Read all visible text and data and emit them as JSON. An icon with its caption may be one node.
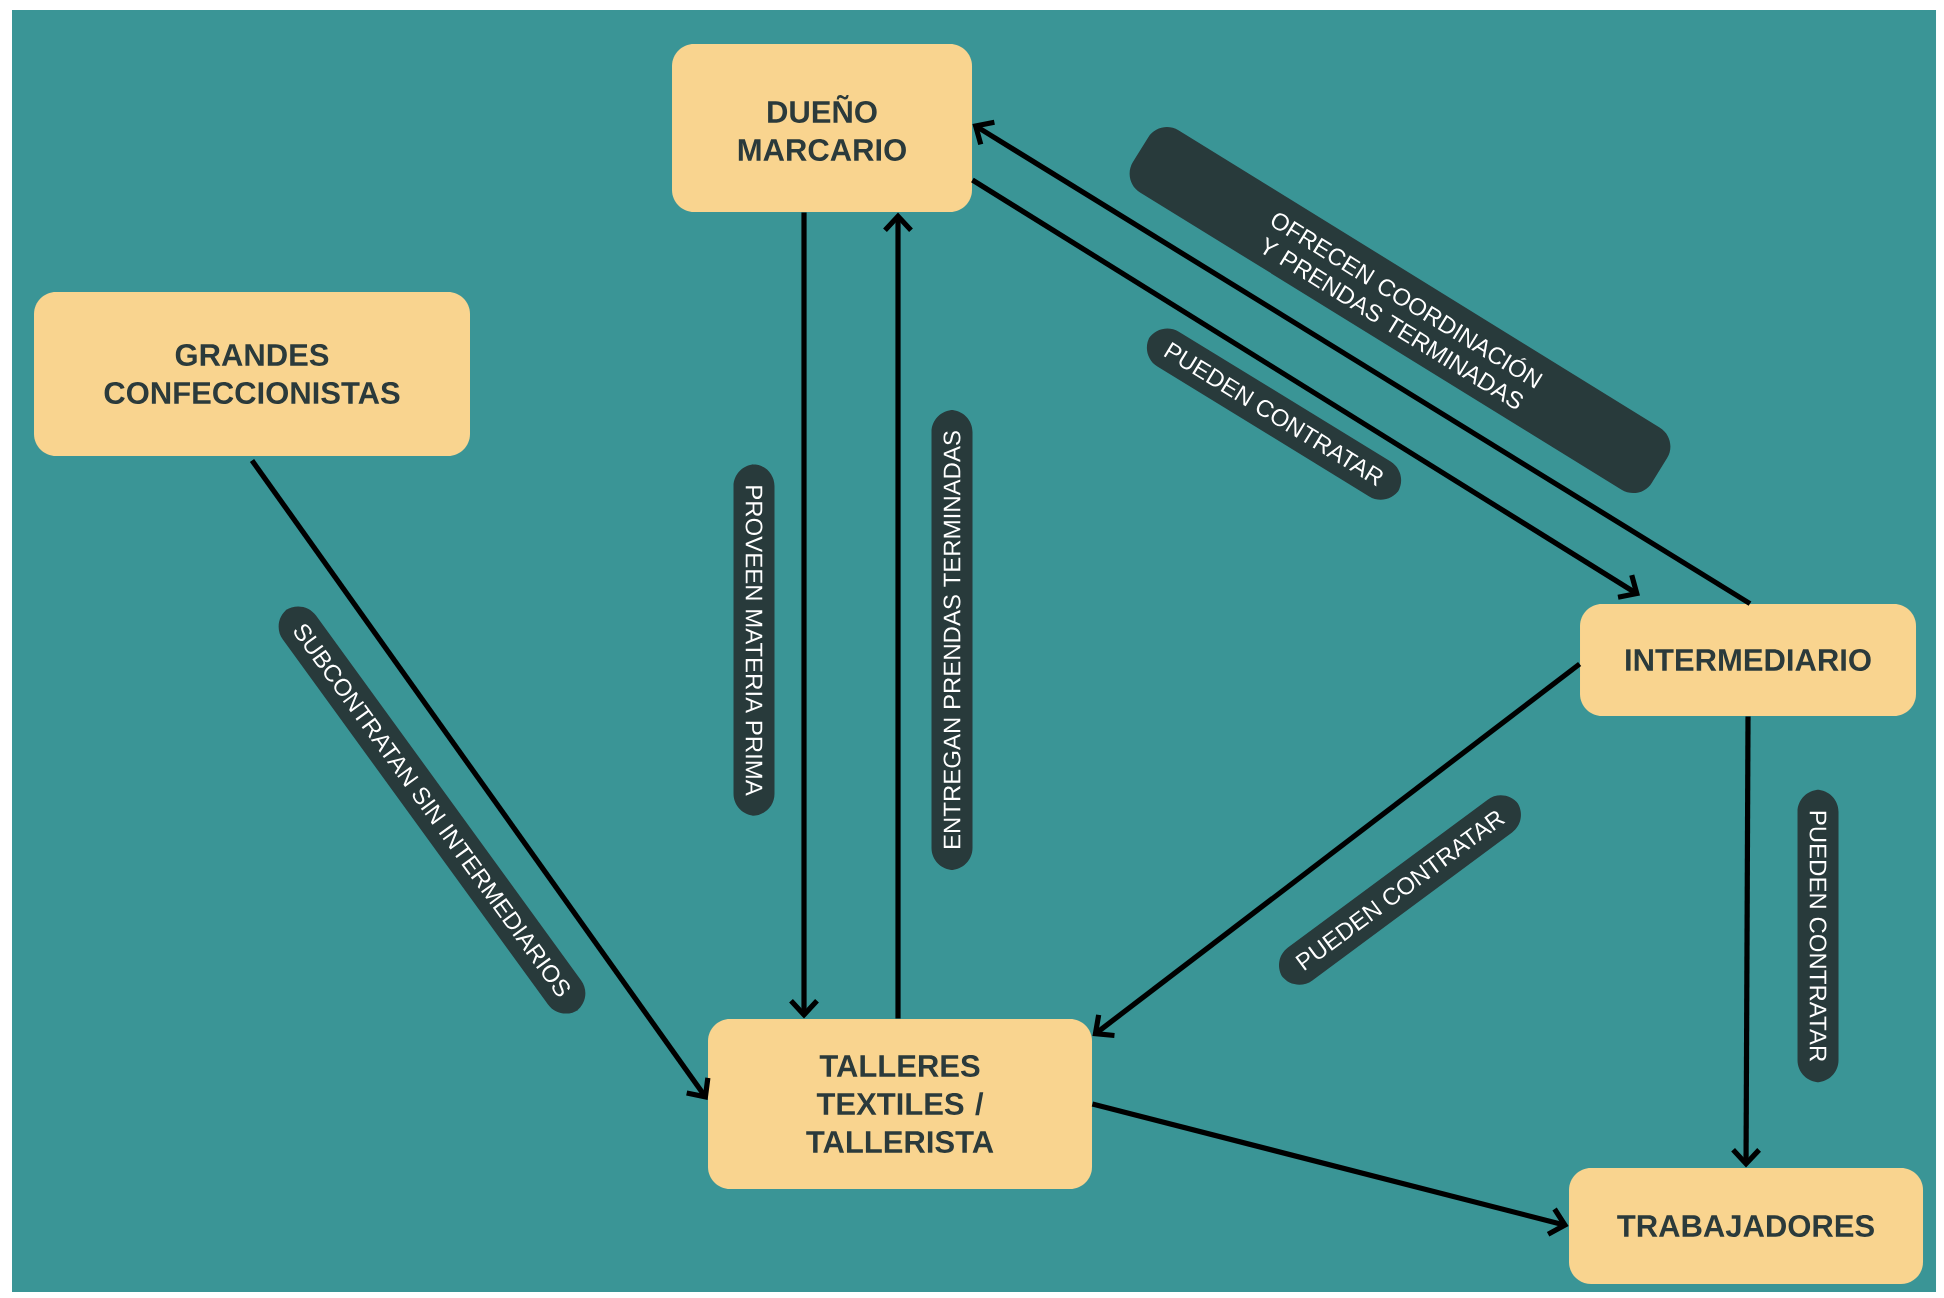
{
  "diagram": {
    "nodes": [
      {
        "text": [
          "DUEÑO MARCARIO"
        ]
      },
      {
        "text": [
          "GRANDES CONFECCIONISTAS"
        ]
      },
      {
        "text": [
          "INTERMEDIARIO"
        ]
      },
      {
        "text": [
          "TALLERES TEXTILES / TALLERISTA"
        ]
      },
      {
        "text": [
          "TRABAJADORES"
        ]
      }
    ],
    "edges": [
      {
        "from": 0,
        "to": 3,
        "arrow": "to",
        "label": "PROVEEN MATERIA PRIMA"
      },
      {
        "from": 3,
        "to": 0,
        "arrow": "to",
        "label": "ENTREGAN PRENDAS TERMINADAS"
      },
      {
        "from": 2,
        "to": 0,
        "arrow": "to",
        "label": "OFRECEN COORDINACIÓN Y PRENDAS TERMINADAS"
      },
      {
        "from": 0,
        "to": 2,
        "arrow": "to",
        "label": "PUEDEN CONTRATAR"
      },
      {
        "from": 1,
        "to": 3,
        "arrow": "to",
        "label": "SUBCONTRATAN SIN INTERMEDIARIOS"
      },
      {
        "from": 2,
        "to": 3,
        "arrow": "to",
        "label": "PUEDEN CONTRATAR"
      },
      {
        "from": 2,
        "to": 4,
        "arrow": "to",
        "label": "PUEDEN CONTRATAR"
      },
      {
        "from": 3,
        "to": 4,
        "arrow": "to"
      }
    ]
  }
}
